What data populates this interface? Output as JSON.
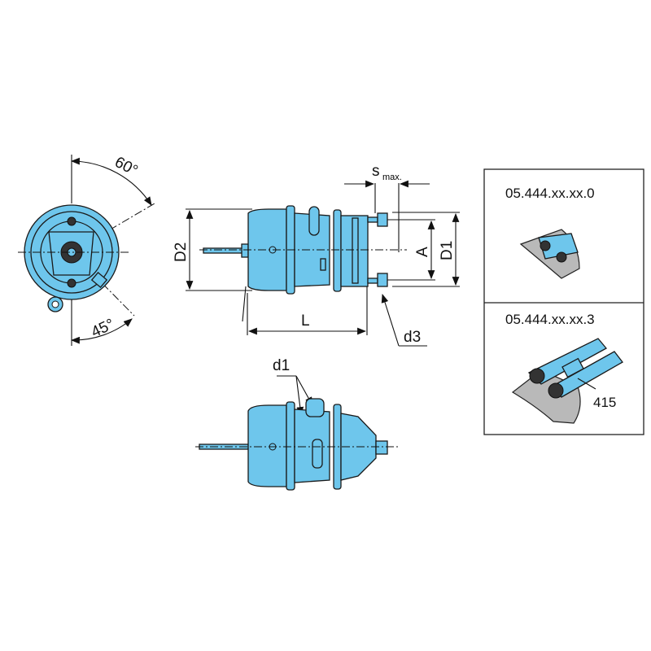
{
  "colors": {
    "body": "#6ec6ec",
    "line": "#111111",
    "frame": "#222222"
  },
  "front_view": {
    "angle_top": "60°",
    "angle_bottom": "45°"
  },
  "side_view": {
    "stroke_label": "s",
    "stroke_sub": "max.",
    "d2": "D2",
    "length": "L",
    "a": "A",
    "d1": "D1",
    "d3": "d3"
  },
  "top_view": {
    "d1_port": "d1"
  },
  "variants": [
    {
      "code": "05.444.xx.xx.0"
    },
    {
      "code": "05.444.xx.xx.3",
      "part_number": "415"
    }
  ]
}
